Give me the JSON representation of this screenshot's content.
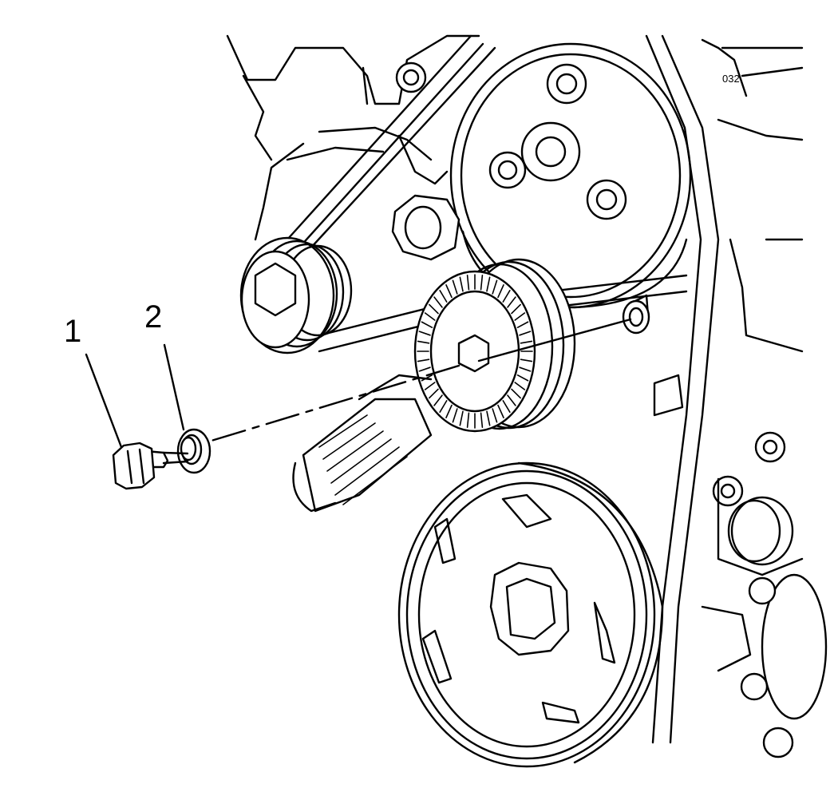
{
  "diagram": {
    "callouts": [
      {
        "number": "1"
      },
      {
        "number": "2"
      }
    ],
    "corner_code": "032"
  },
  "colors": {
    "line": "#000000",
    "background": "#ffffff"
  }
}
